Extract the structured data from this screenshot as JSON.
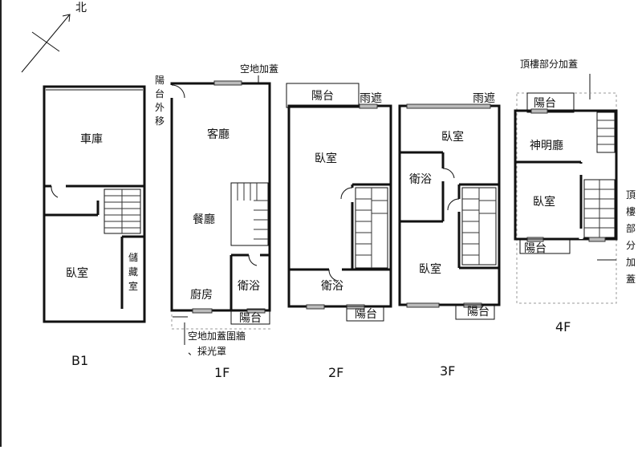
{
  "compass": {
    "north": "北"
  },
  "floors": {
    "b1": {
      "label": "B1",
      "garage": "車庫",
      "bedroom": "臥室",
      "storage": "儲藏室"
    },
    "f1": {
      "label": "1F",
      "note_top": "空地加蓋",
      "note_side": "陽台外移",
      "living": "客廳",
      "dining": "餐廳",
      "kitchen": "廚房",
      "bath": "衛浴",
      "balcony": "陽台",
      "note_bottom_1": "空地加蓋圍牆",
      "note_bottom_2": "、採光罩"
    },
    "f2": {
      "label": "2F",
      "balcony_top": "陽台",
      "awning": "雨遮",
      "bedroom": "臥室",
      "bath": "衛浴",
      "balcony_bottom": "陽台"
    },
    "f3": {
      "label": "3F",
      "awning": "雨遮",
      "bedroom_top": "臥室",
      "bath": "衛浴",
      "bedroom_bottom": "臥室",
      "balcony": "陽台"
    },
    "f4": {
      "label": "4F",
      "note_top": "頂樓部分加蓋",
      "balcony_top": "陽台",
      "shrine": "神明廳",
      "bedroom": "臥室",
      "balcony_bottom": "陽台",
      "note_side": "頂樓部分加蓋"
    }
  }
}
